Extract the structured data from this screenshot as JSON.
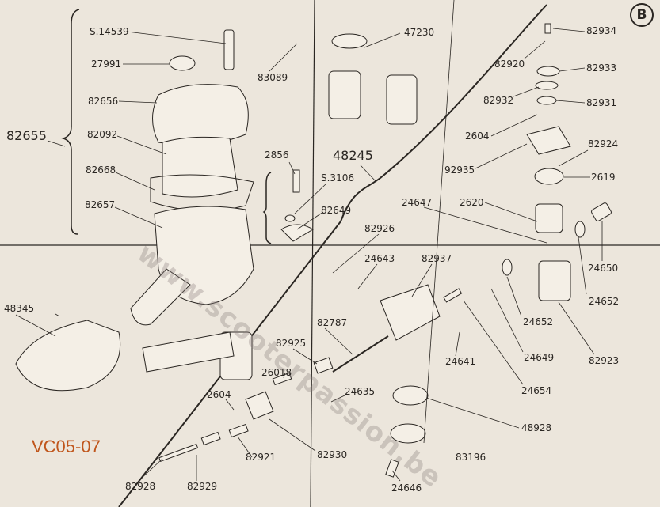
{
  "page_badge": "B",
  "figure_code": "VC05-07",
  "watermark": "www.scooterpassion.be",
  "assemblies": {
    "air_filter": "82655",
    "carburettor": "48245"
  },
  "parts": [
    {
      "id": "s14539",
      "label": "S.14539"
    },
    {
      "id": "27991",
      "label": "27991"
    },
    {
      "id": "82656",
      "label": "82656"
    },
    {
      "id": "82092",
      "label": "82092"
    },
    {
      "id": "82668",
      "label": "82668"
    },
    {
      "id": "82657",
      "label": "82657"
    },
    {
      "id": "83089",
      "label": "83089"
    },
    {
      "id": "47230",
      "label": "47230"
    },
    {
      "id": "2856",
      "label": "2856"
    },
    {
      "id": "s3106",
      "label": "S.3106"
    },
    {
      "id": "82649",
      "label": "82649"
    },
    {
      "id": "82926",
      "label": "82926"
    },
    {
      "id": "24643",
      "label": "24643"
    },
    {
      "id": "82937",
      "label": "82937"
    },
    {
      "id": "82787",
      "label": "82787"
    },
    {
      "id": "82925",
      "label": "82925"
    },
    {
      "id": "26018",
      "label": "26018"
    },
    {
      "id": "24641",
      "label": "24641"
    },
    {
      "id": "24635",
      "label": "24635"
    },
    {
      "id": "2604a",
      "label": "2604"
    },
    {
      "id": "82930",
      "label": "82930"
    },
    {
      "id": "82921",
      "label": "82921"
    },
    {
      "id": "82928",
      "label": "82928"
    },
    {
      "id": "82929",
      "label": "82929"
    },
    {
      "id": "48345",
      "label": "48345"
    },
    {
      "id": "48928",
      "label": "48928"
    },
    {
      "id": "83196",
      "label": "83196"
    },
    {
      "id": "24646",
      "label": "24646"
    },
    {
      "id": "24654",
      "label": "24654"
    },
    {
      "id": "24649",
      "label": "24649"
    },
    {
      "id": "82923",
      "label": "82923"
    },
    {
      "id": "24652a",
      "label": "24652"
    },
    {
      "id": "24652b",
      "label": "24652"
    },
    {
      "id": "24650",
      "label": "24650"
    },
    {
      "id": "82934",
      "label": "82934"
    },
    {
      "id": "82920",
      "label": "82920"
    },
    {
      "id": "82933",
      "label": "82933"
    },
    {
      "id": "82932",
      "label": "82932"
    },
    {
      "id": "82931",
      "label": "82931"
    },
    {
      "id": "2604b",
      "label": "2604"
    },
    {
      "id": "82924",
      "label": "82924"
    },
    {
      "id": "92935",
      "label": "92935"
    },
    {
      "id": "2619",
      "label": "2619"
    },
    {
      "id": "24647",
      "label": "24647"
    },
    {
      "id": "2620",
      "label": "2620"
    }
  ]
}
